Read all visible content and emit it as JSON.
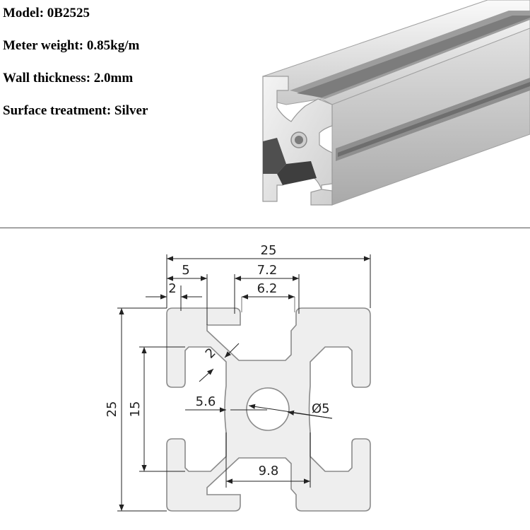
{
  "specs": {
    "model": "Model: 0B2525",
    "meter_weight": "Meter weight: 0.85kg/m",
    "wall_thickness": "Wall thickness: 2.0mm",
    "surface_treatment": "Surface treatment: Silver"
  },
  "dimensions": {
    "overall_width": "25",
    "slot_offset": "5",
    "slot_opening_outer": "7.2",
    "lip_thickness": "2",
    "slot_opening_inner": "6.2",
    "web_thickness": "2",
    "inner_height": "15",
    "overall_height": "25",
    "core_width": "5.6",
    "bore_diameter": "Ø5",
    "slot_inner_width": "9.8"
  },
  "colors": {
    "profile_fill": "#eeeeee",
    "profile_stroke": "#8a8a8a",
    "dimension_line": "#222222"
  }
}
